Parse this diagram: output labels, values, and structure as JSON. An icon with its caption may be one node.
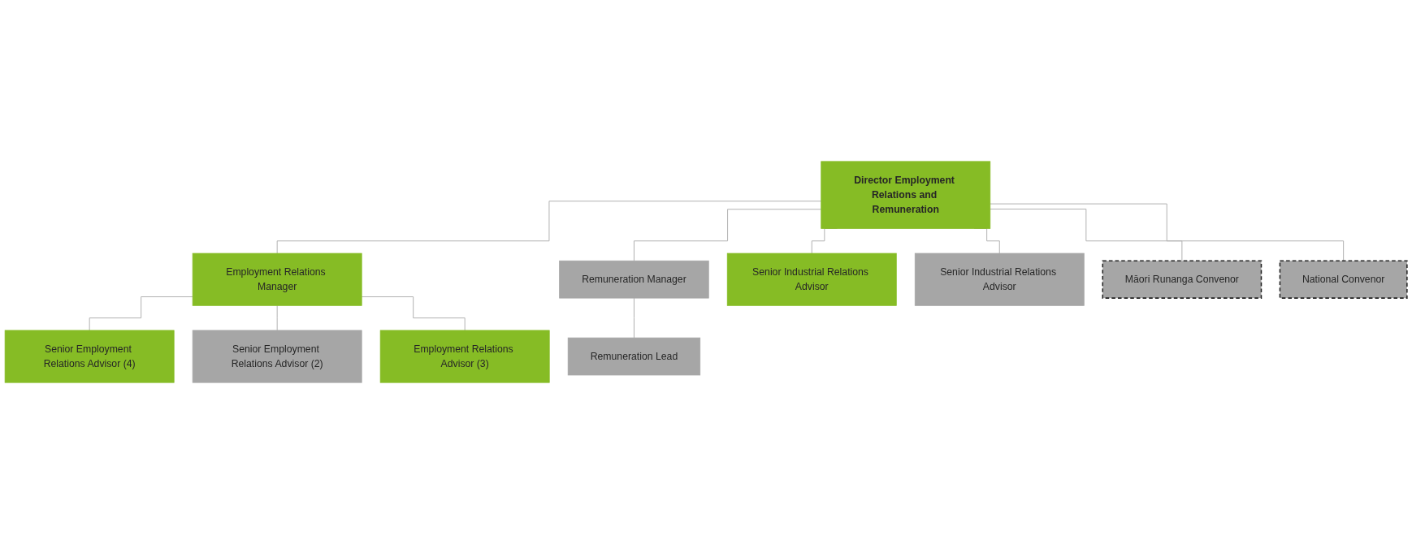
{
  "diagram": {
    "nodes": [
      {
        "text": [
          "Director Employment Relations and Remuneration"
        ]
      },
      {
        "text": [
          "Employment Relations Manager"
        ]
      },
      {
        "text": [
          "Senior Employment Relations Advisor (4)"
        ]
      },
      {
        "text": [
          "Senior Employment Relations Advisor (2)"
        ]
      },
      {
        "text": [
          "Employment Relations Advisor (3)"
        ]
      },
      {
        "text": [
          "Remuneration Manager"
        ]
      },
      {
        "text": [
          "Remuneration Lead"
        ]
      },
      {
        "text": [
          "Senior Industrial Relations Advisor"
        ]
      },
      {
        "text": [
          "Senior Industrial Relations Advisor"
        ]
      },
      {
        "text": [
          "Māori Runanga Convenor"
        ]
      },
      {
        "text": [
          "National Convenor"
        ]
      }
    ],
    "edges": [
      {
        "from": 0,
        "to": 1,
        "arrow": "none"
      },
      {
        "from": 0,
        "to": 5,
        "arrow": "none"
      },
      {
        "from": 0,
        "to": 7,
        "arrow": "none"
      },
      {
        "from": 0,
        "to": 8,
        "arrow": "none"
      },
      {
        "from": 0,
        "to": 9,
        "arrow": "none"
      },
      {
        "from": 0,
        "to": 10,
        "arrow": "none"
      },
      {
        "from": 1,
        "to": 2,
        "arrow": "none"
      },
      {
        "from": 1,
        "to": 3,
        "arrow": "none"
      },
      {
        "from": 1,
        "to": 4,
        "arrow": "none"
      },
      {
        "from": 5,
        "to": 6,
        "arrow": "none"
      }
    ]
  }
}
